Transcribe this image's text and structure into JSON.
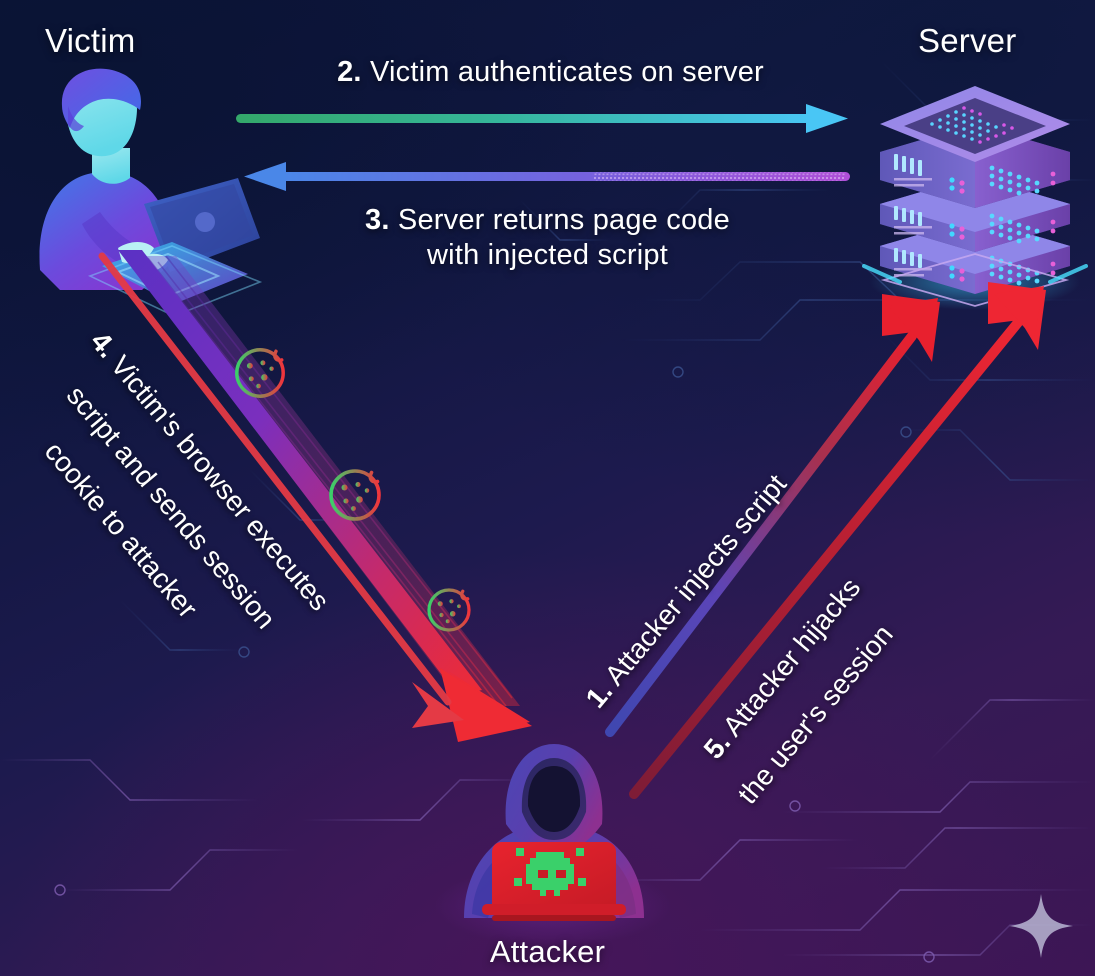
{
  "diagram": {
    "title_context": "Cross-Site Scripting (XSS) session hijacking attack flow",
    "background_colors": {
      "top_left": "#0b1338",
      "top_right": "#111741",
      "bottom": "#3d1655",
      "circuit_trace": "#6a4f9a"
    }
  },
  "nodes": {
    "victim": {
      "label": "Victim",
      "icon": "person-at-laptop-icon",
      "color": "#7b5cf0"
    },
    "server": {
      "label": "Server",
      "icon": "server-rack-icon",
      "color": "#8b6bf0"
    },
    "attacker": {
      "label": "Attacker",
      "icon": "hooded-hacker-icon",
      "color": "#5d3fb0",
      "laptop_color": "#e0212c",
      "skull_color": "#3ad06a"
    }
  },
  "steps": [
    {
      "number": "1.",
      "text": "Attacker injects script",
      "from": "attacker",
      "to": "server",
      "arrow_color_start": "#4b52b8",
      "arrow_color_end": "#e02030",
      "rotation_deg": -45
    },
    {
      "number": "2.",
      "text": "Victim authenticates on server",
      "from": "victim",
      "to": "server",
      "arrow_color_start": "#34a86a",
      "arrow_color_end": "#49c6f5",
      "rotation_deg": 0
    },
    {
      "number": "3.",
      "text_line1": "Server returns page code",
      "text_line2": "with injected script",
      "from": "server",
      "to": "victim",
      "arrow_color_start": "#b04fd8",
      "arrow_color_end": "#4a87e8",
      "rotation_deg": 0
    },
    {
      "number": "4.",
      "text_line1": "Victim's browser executes",
      "text_line2": "script and sends session",
      "text_line3": "cookie to attacker",
      "from": "victim",
      "to": "attacker",
      "arrow_color_start": "#6a3bd0",
      "arrow_color_end": "#ef2b34",
      "rotation_deg": 50,
      "payload_icon": "cookie-icon",
      "payload_count": 3
    },
    {
      "number": "5.",
      "text_line1": "Attacker hijacks",
      "text_line2": "the user's session",
      "from": "attacker",
      "to": "server",
      "arrow_color_start": "#7e1c36",
      "arrow_color_end": "#ee2633",
      "rotation_deg": -45
    }
  ],
  "decorations": {
    "sparkle": {
      "icon": "sparkle-star-icon",
      "color": "#b9b6d4"
    },
    "cookie": {
      "icon": "cookie-icon",
      "color_left": "#3ad06a",
      "color_right": "#f0343c"
    }
  }
}
